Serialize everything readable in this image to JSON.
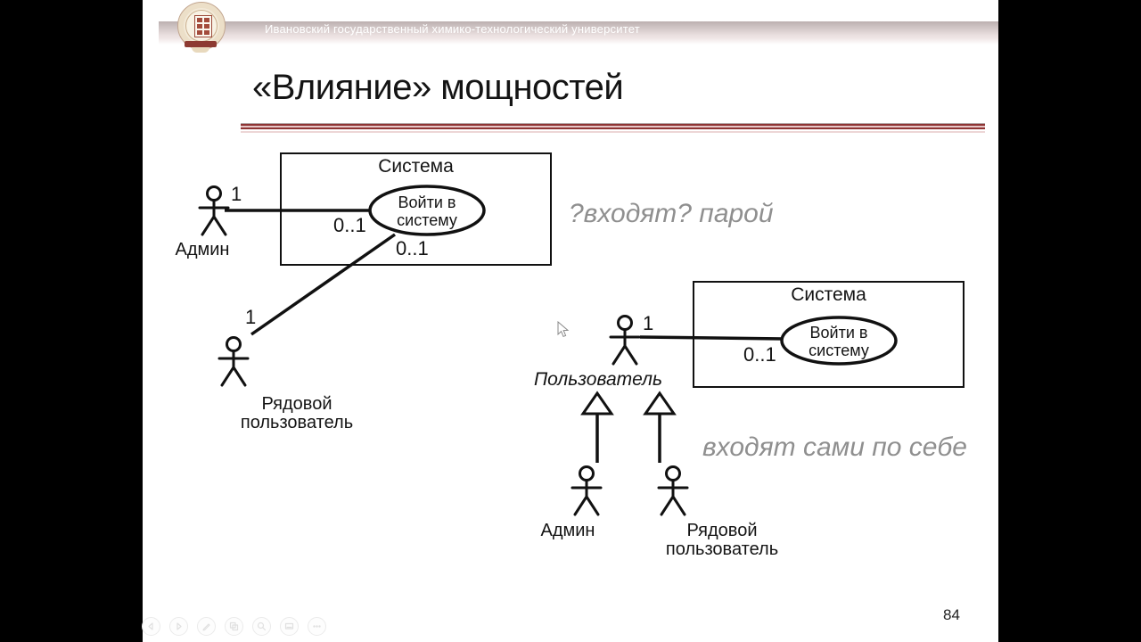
{
  "header": {
    "university": "Ивановский государственный химико-технологический университет",
    "logo": "university-emblem"
  },
  "slide": {
    "title": "«Влияние» мощностей",
    "page_number": "84",
    "annotations": {
      "pair": "?входят? парой",
      "self": "входят сами по себе"
    },
    "diagram1": {
      "system_label": "Система",
      "usecase_line1": "Войти в",
      "usecase_line2": "систему",
      "admin_label": "Админ",
      "user_label": "Рядовой пользователь",
      "admin_mult": "1",
      "user_mult": "1",
      "admin_assoc_mult": "0..1",
      "user_assoc_mult": "0..1"
    },
    "diagram2": {
      "system_label": "Система",
      "usecase_line1": "Войти в",
      "usecase_line2": "систему",
      "parent_label": "Пользователь",
      "admin_label": "Админ",
      "user_label": "Рядовой пользователь",
      "parent_mult": "1",
      "assoc_mult": "0..1"
    }
  },
  "toolbar": {
    "buttons": [
      {
        "name": "previous-slide"
      },
      {
        "name": "next-slide"
      },
      {
        "name": "pen-annotate"
      },
      {
        "name": "see-all-slides"
      },
      {
        "name": "zoom-slide"
      },
      {
        "name": "presenter-display"
      },
      {
        "name": "more-options"
      }
    ]
  },
  "colors": {
    "accent_dark_red": "#8e3434",
    "divider_pink": "#e6c6c6",
    "band_top": "#bcb0b0",
    "band_bottom": "#eee4e4",
    "annotation_gray": "#8f8f8f",
    "diagram_stroke": "#111111"
  }
}
